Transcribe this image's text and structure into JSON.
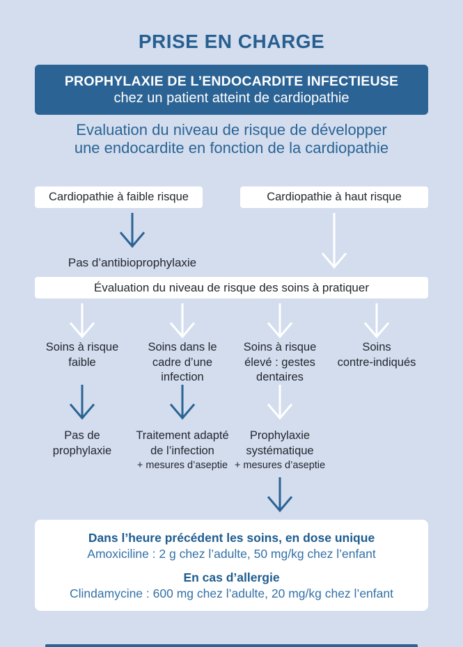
{
  "colors": {
    "background": "#d3ddee",
    "primary_blue": "#2b6394",
    "title_blue": "#275f90",
    "dark_text": "#23262e",
    "dose_heading_blue": "#1d5c90",
    "dose_text_blue": "#3371a6",
    "box_white": "#ffffff"
  },
  "title": "PRISE EN CHARGE",
  "banner": {
    "line1": "PROPHYLAXIE DE L’ENDOCARDITE INFECTIEUSE",
    "line2": "chez un patient atteint de cardiopathie"
  },
  "intro": "Evaluation du niveau de risque de développer\nune endocardite en fonction de la cardiopathie",
  "flow": {
    "low_risk_label": "Cardiopathie à faible risque",
    "high_risk_label": "Cardiopathie à haut risque",
    "no_prophylaxis_note": "Pas d’antibioprophylaxie",
    "care_eval_label": "Évaluation du niveau de risque des soins à pratiquer",
    "columns": [
      {
        "label": "Soins à risque\nfaible",
        "outcome": "Pas de\nprophylaxie",
        "note": ""
      },
      {
        "label": "Soins dans le\ncadre d’une\ninfection",
        "outcome": "Traitement adapté\nde l’infection",
        "note": "+ mesures d’aseptie"
      },
      {
        "label": "Soins à risque\nélevé : gestes\ndentaires",
        "outcome": "Prophylaxie\nsystématique",
        "note": "+ mesures d’aseptie"
      },
      {
        "label": "Soins\ncontre-indiqués",
        "outcome": "",
        "note": ""
      }
    ]
  },
  "dosage": {
    "heading1": "Dans l’heure précédent les soins, en dose unique",
    "line1": "Amoxiciline : 2 g chez l’adulte, 50 mg/kg chez l’enfant",
    "heading2": "En cas d’allergie",
    "line2": "Clindamycine : 600 mg chez l’adulte, 20 mg/kg chez l’enfant"
  }
}
